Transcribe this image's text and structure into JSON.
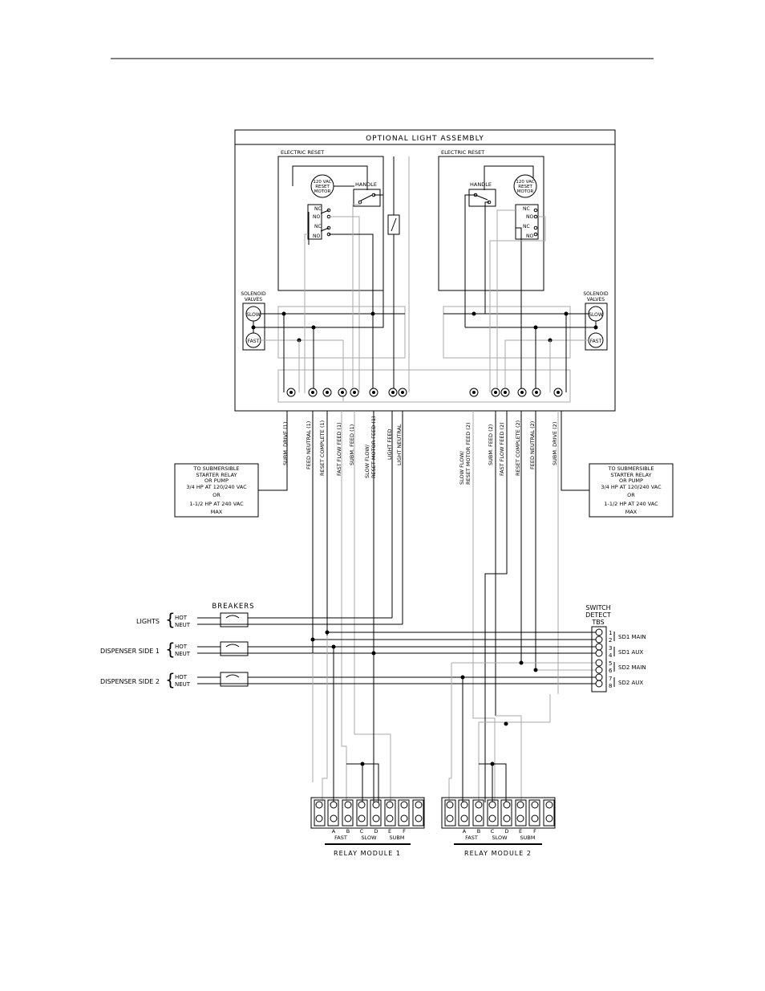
{
  "assembly": {
    "title": "OPTIONAL LIGHT ASSEMBLY",
    "left_reset": "ELECTRIC RESET",
    "right_reset": "ELECTRIC RESET",
    "motor": [
      "120 VAC",
      "RESET",
      "MOTOR"
    ],
    "handle": "HANDLE",
    "nc": "NC",
    "no": "NO",
    "solenoid": [
      "SOLENOID",
      "VALVES"
    ],
    "slow": "SLOW",
    "fast": "FAST"
  },
  "left_wires": [
    "SUBM. DRIVE (1)",
    "FEED NEUTRAL (1)",
    "RESET COMPLETE (1)",
    "FAST FLOW FEED (1)",
    "SUBM. FEED (1)",
    "SLOW FLOW/",
    "RESET MOTOR FEED (1)",
    "LIGHT FEED",
    "LIGHT NEUTRAL"
  ],
  "right_wires": [
    "SLOW FLOW/",
    "RESET MOTOR FEED (2)",
    "SUBM. FEED (2)",
    "FAST FLOW FEED (2)",
    "RESET COMPLETE (2)",
    "FEED NEUTRAL (2)",
    "SUBM. DRIVE (2)"
  ],
  "note_box": [
    "TO SUBMERSIBLE",
    "STARTER RELAY",
    "OR PUMP",
    "3/4 HP AT 120/240 VAC",
    "OR",
    "1-1/2 HP AT 240 VAC",
    "MAX"
  ],
  "breakers": {
    "title": "BREAKERS",
    "groups": [
      "LIGHTS",
      "DISPENSER SIDE 1",
      "DISPENSER SIDE 2"
    ],
    "hot": "HOT",
    "neut": "NEUT"
  },
  "switch_detect": {
    "title": [
      "SWITCH",
      "DETECT",
      "TBS"
    ],
    "numbers": [
      "1",
      "2",
      "3",
      "4",
      "5",
      "6",
      "7",
      "8"
    ],
    "labels": [
      "SD1 MAIN",
      "SD1 AUX",
      "SD2 MAIN",
      "SD2 AUX"
    ]
  },
  "relay": {
    "letters": [
      "A",
      "B",
      "C",
      "D",
      "E",
      "F"
    ],
    "groups": [
      "FAST",
      "SLOW",
      "SUBM"
    ],
    "module1": "RELAY MODULE 1",
    "module2": "RELAY MODULE 2"
  }
}
